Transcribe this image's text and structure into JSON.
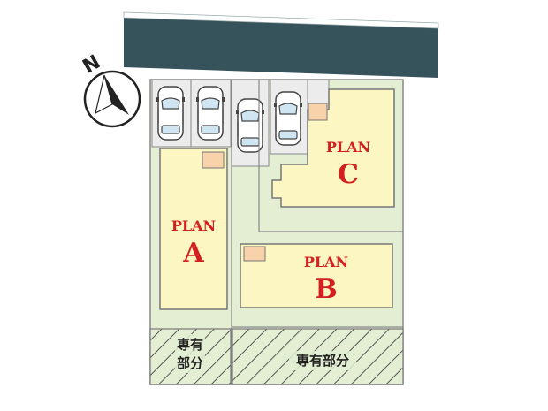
{
  "compass": {
    "label": "N"
  },
  "plans": {
    "a": {
      "title": "PLAN",
      "letter": "A"
    },
    "b": {
      "title": "PLAN",
      "letter": "B"
    },
    "c": {
      "title": "PLAN",
      "letter": "C"
    }
  },
  "exclusive_area": {
    "left_line1": "専有",
    "left_line2": "部分",
    "right": "専有部分"
  },
  "colors": {
    "road": "#36525b",
    "lot": "#e3eed2",
    "building": "#fbf6c2",
    "parking": "#ececec",
    "entry": "#f7d2aa",
    "label": "#d21f1f",
    "outline": "#777777"
  }
}
